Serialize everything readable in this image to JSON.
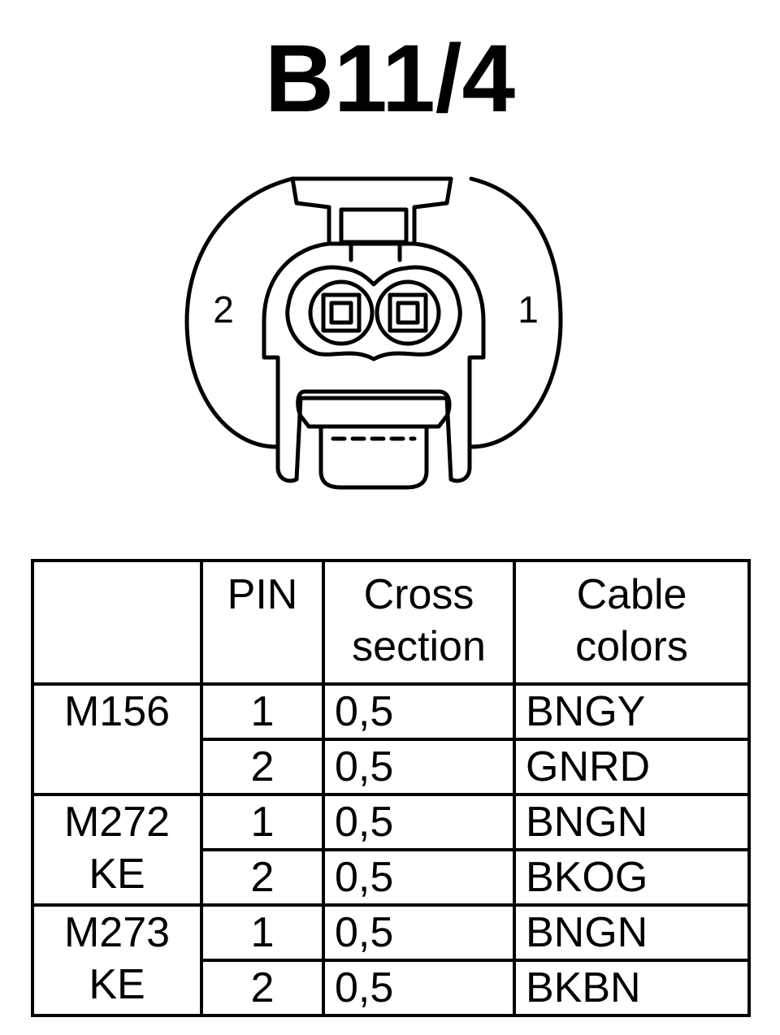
{
  "title": "B11/4",
  "diagram": {
    "pin_labels": [
      "2",
      "1"
    ],
    "pins": [
      {
        "label": "2",
        "side": "left"
      },
      {
        "label": "1",
        "side": "right"
      }
    ]
  },
  "table": {
    "headers": {
      "blank": "",
      "pin": "PIN",
      "cross_line1": "Cross",
      "cross_line2": "section",
      "colors_line1": "Cable",
      "colors_line2": "colors"
    },
    "groups": [
      {
        "model_line1": "M156",
        "model_line2": "",
        "rows": [
          {
            "pin": "1",
            "cross": "0,5",
            "color": "BNGY"
          },
          {
            "pin": "2",
            "cross": "0,5",
            "color": "GNRD"
          }
        ]
      },
      {
        "model_line1": "M272",
        "model_line2": "KE",
        "rows": [
          {
            "pin": "1",
            "cross": "0,5",
            "color": "BNGN"
          },
          {
            "pin": "2",
            "cross": "0,5",
            "color": "BKOG"
          }
        ]
      },
      {
        "model_line1": "M273",
        "model_line2": "KE",
        "rows": [
          {
            "pin": "1",
            "cross": "0,5",
            "color": "BNGN"
          },
          {
            "pin": "2",
            "cross": "0,5",
            "color": "BKBN"
          }
        ]
      }
    ]
  }
}
